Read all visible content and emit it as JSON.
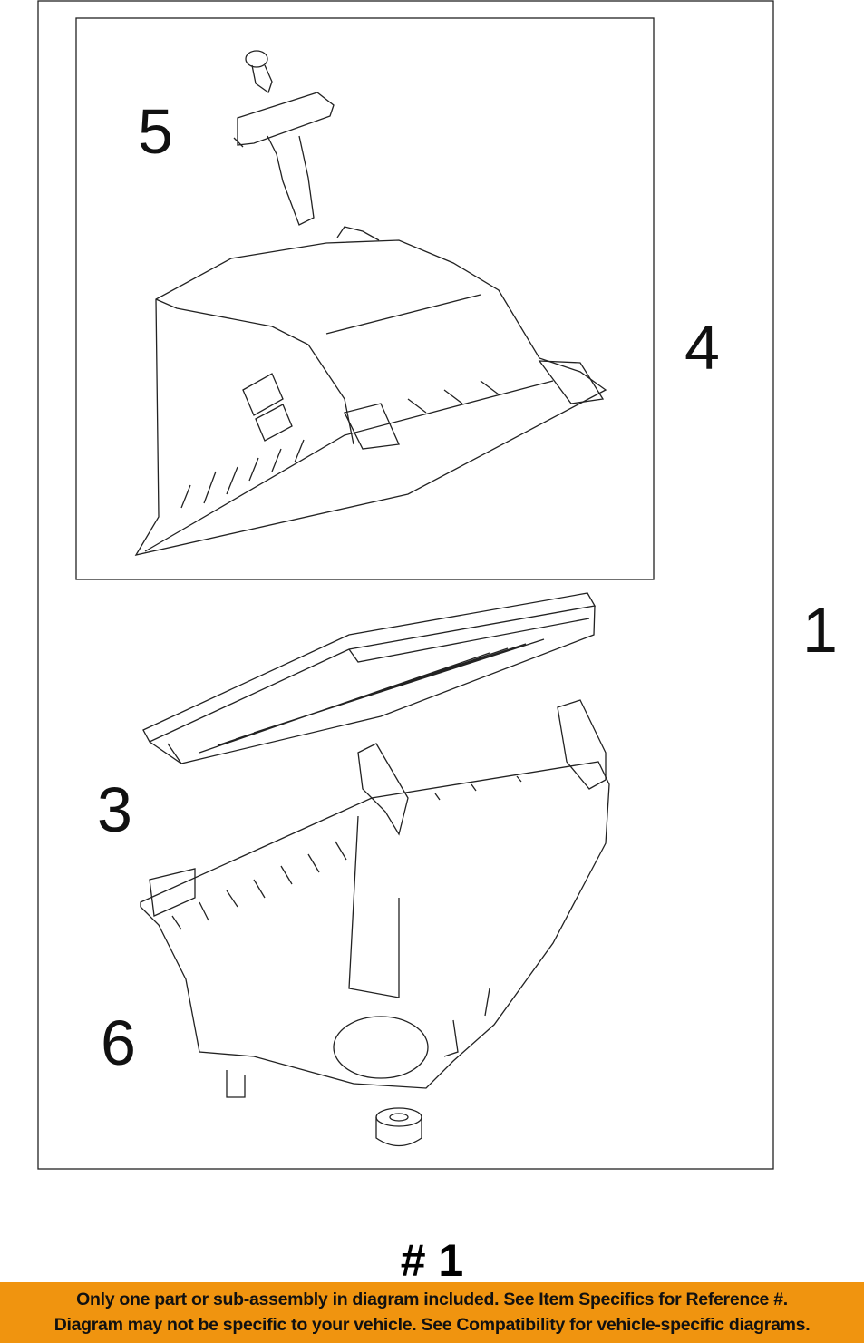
{
  "callouts": {
    "c1": "1",
    "c3": "3",
    "c4": "4",
    "c5": "5",
    "c6": "6"
  },
  "reference_number": "# 1",
  "banner": {
    "line1": "Only one part or sub-assembly in diagram included. See Item Specifics for Reference #.",
    "line2": "Diagram may not be specific to your vehicle. See Compatibility for vehicle-specific diagrams.",
    "color": "#f0940f"
  }
}
